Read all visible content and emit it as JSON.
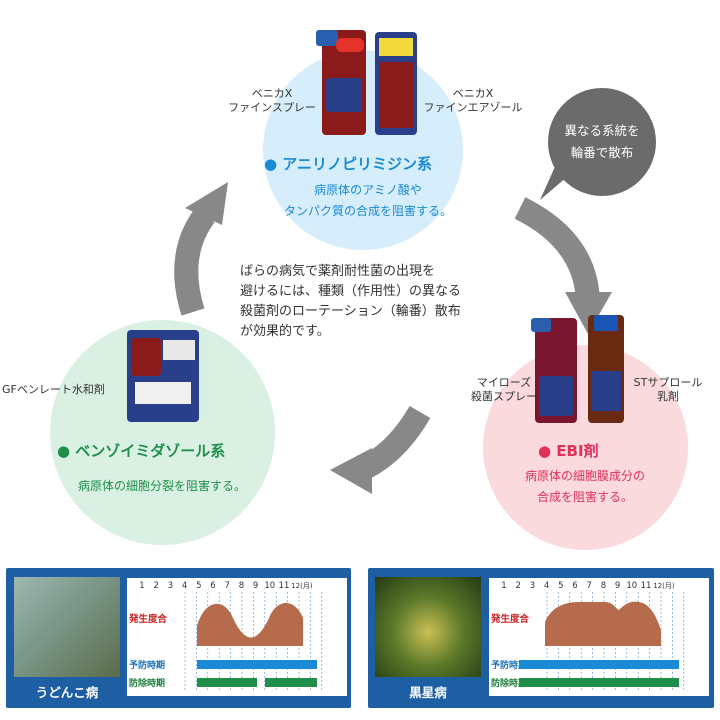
{
  "categories": {
    "anilino": {
      "title": "● アニリノピリミジン系",
      "desc_line1": "病原体のアミノ酸や",
      "desc_line2": "タンパク質の合成を阻害する。",
      "color": "#1a8ad4",
      "products": [
        {
          "line1": "ベニカX",
          "line2": "ファインスプレー"
        },
        {
          "line1": "ベニカX",
          "line2": "ファインエアゾール"
        }
      ]
    },
    "ebi": {
      "title": "● EBI剤",
      "desc_line1": "病原体の細胞膜成分の",
      "desc_line2": "合成を阻害する。",
      "color": "#e0305a",
      "products": [
        {
          "line1": "マイローズ",
          "line2": "殺菌スプレー"
        },
        {
          "line1": "STサプロール",
          "line2": "乳剤"
        }
      ]
    },
    "benzimidazole": {
      "title": "● ベンゾイミダゾール系",
      "desc_line1": "病原体の細胞分裂を阻害する。",
      "color": "#1f8f4a",
      "products": [
        {
          "line1": "GFベンレート水和剤"
        }
      ]
    }
  },
  "center_text": {
    "line1": "ばらの病気で薬剤耐性菌の出現を",
    "line2": "避けるには、種類（作用性）の異なる",
    "line3": "殺菌剤のローテーション（輪番）散布",
    "line4": "が効果的です。"
  },
  "bubble": {
    "line1": "異なる系統を",
    "line2": "輪番で散布"
  },
  "charts": [
    {
      "disease": "うどんこ病",
      "months": [
        "1",
        "2",
        "3",
        "4",
        "5",
        "6",
        "7",
        "8",
        "9",
        "10",
        "11",
        "12(月)"
      ],
      "rows": {
        "occurrence": "発生度合",
        "prevention": "予防時期",
        "control": "防除時期"
      }
    },
    {
      "disease": "黒星病",
      "months": [
        "1",
        "2",
        "3",
        "4",
        "5",
        "6",
        "7",
        "8",
        "9",
        "10",
        "11",
        "12(月)"
      ],
      "rows": {
        "occurrence": "発生度合",
        "prevention": "予防時期",
        "control": "防除時期"
      }
    }
  ]
}
